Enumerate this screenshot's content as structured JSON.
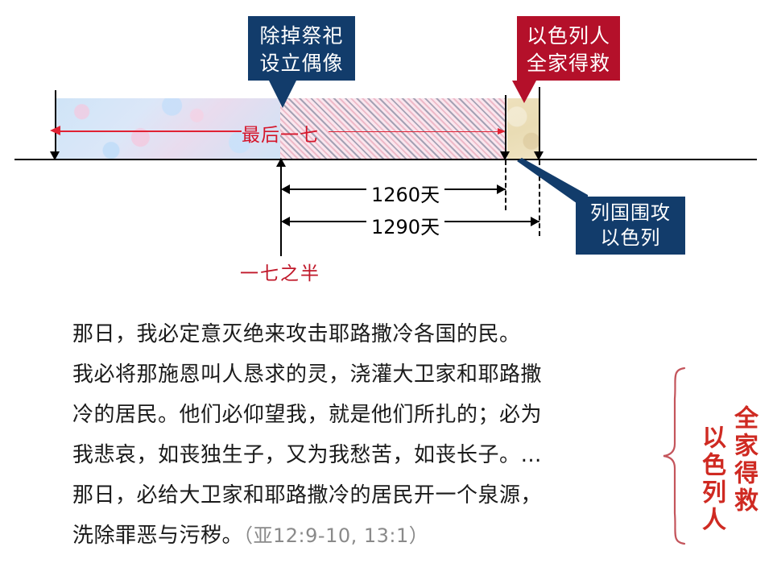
{
  "diagram": {
    "callouts": {
      "remove_sacrifice": "除掉祭祀\n设立偶像",
      "remove_sacrifice_line1": "除掉祭祀",
      "remove_sacrifice_line2": "设立偶像",
      "israel_saved_line1": "以色列人",
      "israel_saved_line2": "全家得救",
      "nations_siege_line1": "列国围攻",
      "nations_siege_line2": "以色列"
    },
    "labels": {
      "last_week": "最后一七",
      "days_1260": "1260天",
      "days_1290": "1290天",
      "half_week": "一七之半"
    },
    "colors": {
      "navy_box": "#123c6b",
      "red_box": "#b4102a",
      "red_text": "#d5152a",
      "dark_red_text": "#c0182a",
      "band_blue": "#cfe4f7",
      "band_hatch": "#fae6ee",
      "band_tan": "#e9dcb4"
    }
  },
  "scripture": {
    "verse_1": "那日，我必定意灭绝来攻击耶路撒冷各国的民。",
    "verse_2_line1": "我必将那施恩叫人恳求的灵，浇灌大卫家和耶路撒",
    "verse_2_line2": "冷的居民。他们必仰望我，就是他们所扎的；必为",
    "verse_2_line3": "我悲哀，如丧独生子，又为我愁苦，如丧长子。…",
    "verse_3_line1": "那日，必给大卫家和耶路撒冷的居民开一个泉源，",
    "verse_3_line2": "洗除罪恶与污秽。",
    "reference": "（亚12:9-10, 13:1）"
  },
  "side_note": {
    "column_right": "全家得救",
    "column_left": "以色列人"
  }
}
